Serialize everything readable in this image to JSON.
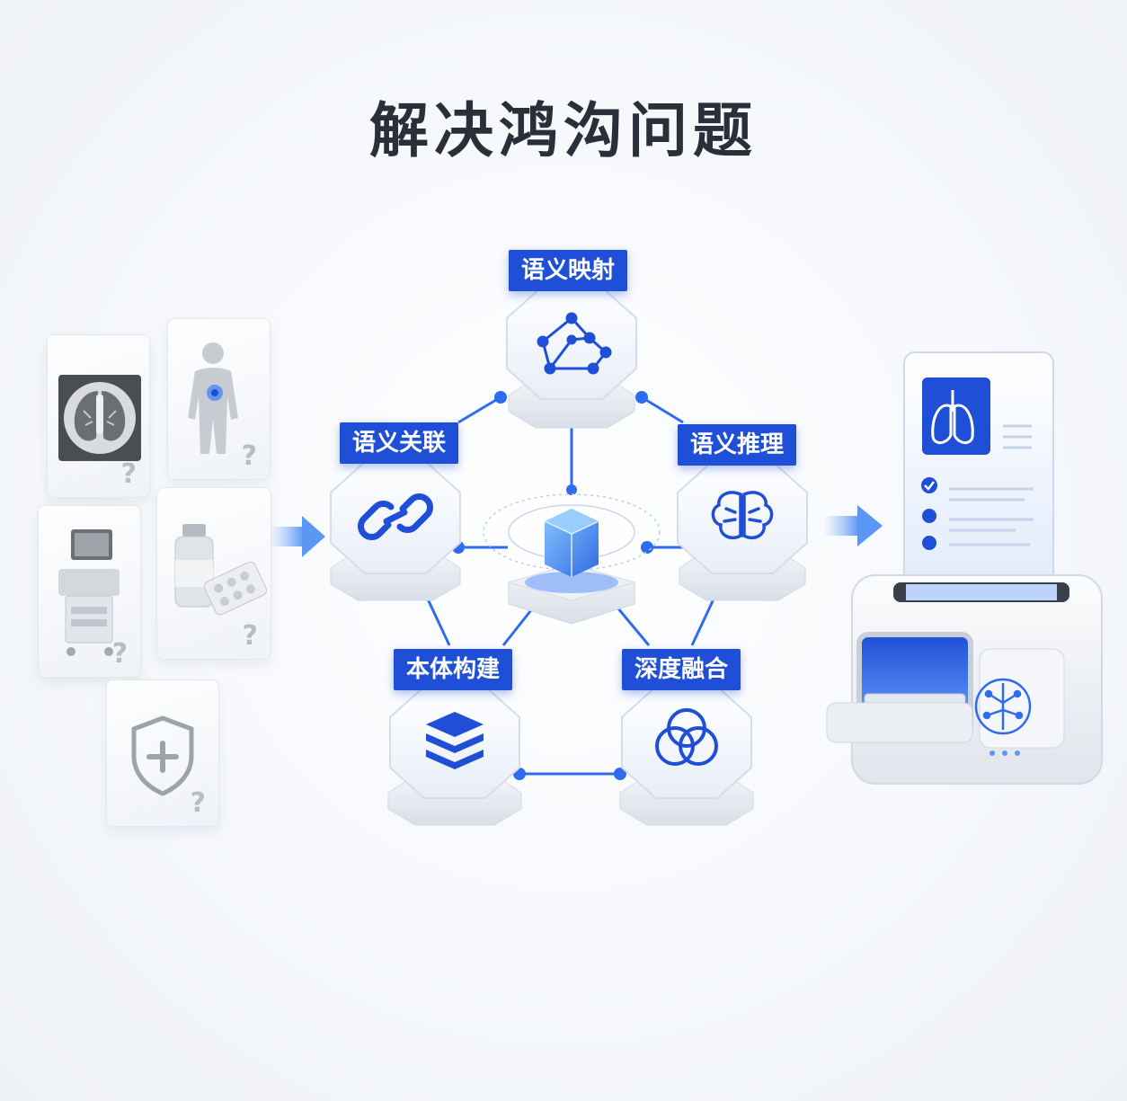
{
  "title": "解决鸿沟问题",
  "colors": {
    "accent": "#1f4fd6",
    "node_blue": "#2d6cf0",
    "text_dark": "#2a2f3a",
    "gray_icon": "#9ea3ab"
  },
  "input_cards": [
    {
      "icon": "lung-ct-icon",
      "qmark": "?"
    },
    {
      "icon": "human-body-icon",
      "qmark": "?"
    },
    {
      "icon": "ultrasound-machine-icon",
      "qmark": "?"
    },
    {
      "icon": "medicine-icon",
      "qmark": "?"
    },
    {
      "icon": "shield-plus-icon",
      "qmark": "?"
    }
  ],
  "nodes": {
    "top": {
      "label": "语义映射",
      "icon": "network-graph-icon"
    },
    "left": {
      "label": "语义关联",
      "icon": "link-icon"
    },
    "right": {
      "label": "语义推理",
      "icon": "brain-icon"
    },
    "bottom_left": {
      "label": "本体构建",
      "icon": "layers-icon"
    },
    "bottom_right": {
      "label": "深度融合",
      "icon": "overlapping-circles-icon"
    },
    "center": {
      "icon": "cube-icon"
    }
  },
  "output": {
    "report_icon": "lung-icon",
    "device_icon": "ai-brain-chip-icon"
  }
}
